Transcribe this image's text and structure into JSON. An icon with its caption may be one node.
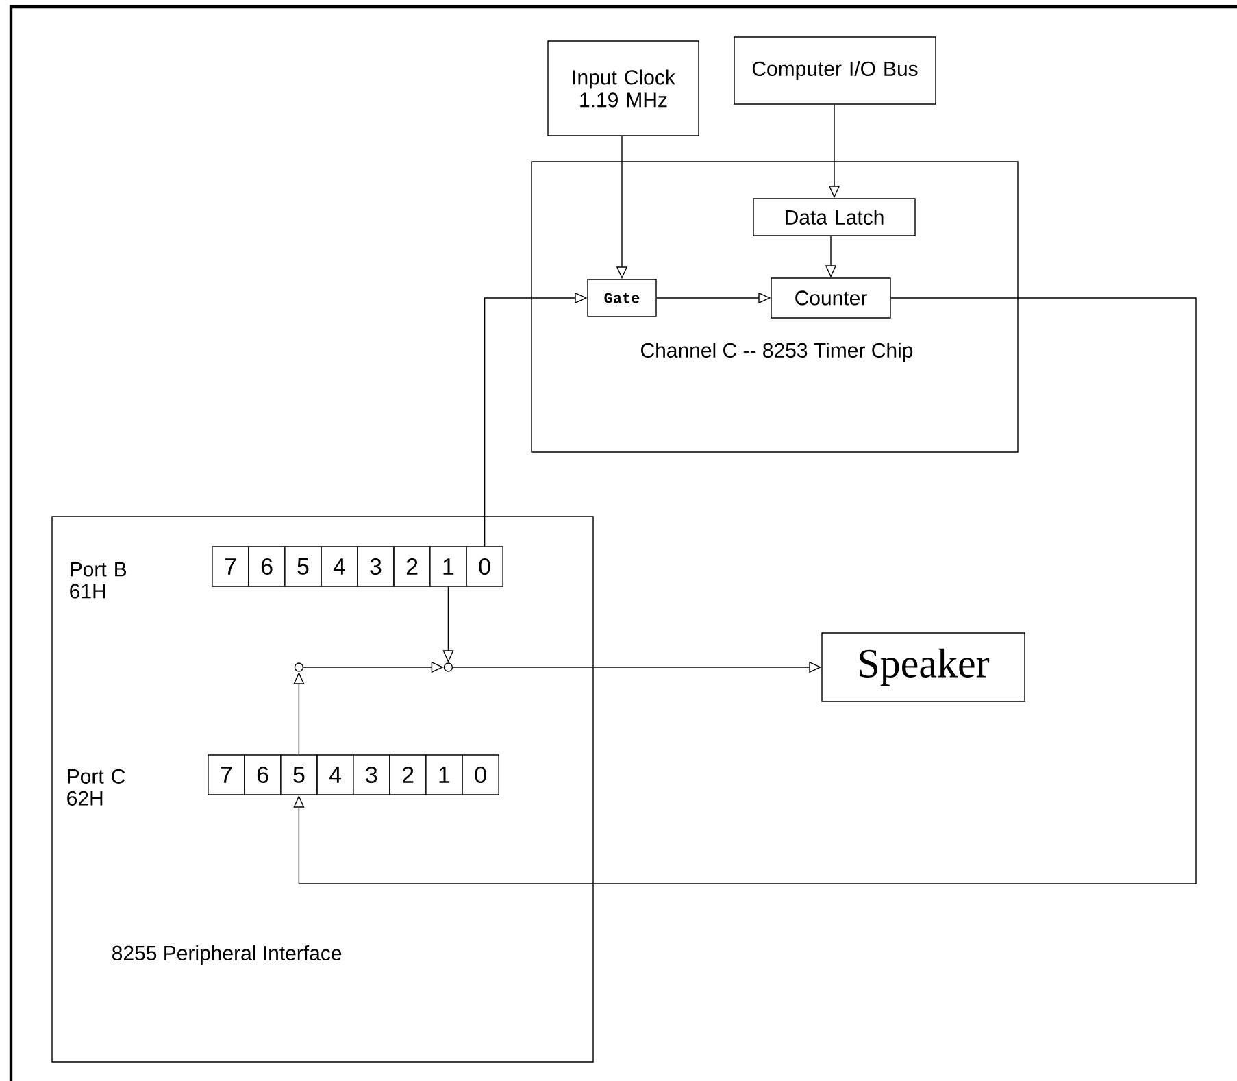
{
  "diagram": {
    "nodes": [
      {
        "text": [
          "Input Clock 1.19 MHz"
        ]
      },
      {
        "text": [
          "Computer I/O Bus"
        ]
      },
      {
        "text": [
          "Channel C -- 8253 Timer Chip"
        ]
      },
      {
        "text": [
          "Data Latch"
        ],
        "in": 2
      },
      {
        "text": [
          "Gate"
        ],
        "in": 2
      },
      {
        "text": [
          "Counter"
        ],
        "in": 2
      },
      {
        "text": [
          "8255 Peripheral Interface"
        ]
      },
      {
        "text": [
          "7"
        ],
        "in": 6
      },
      {
        "text": [
          "6"
        ],
        "in": 6
      },
      {
        "text": [
          "5"
        ],
        "in": 6
      },
      {
        "text": [
          "4"
        ],
        "in": 6
      },
      {
        "text": [
          "3"
        ],
        "in": 6
      },
      {
        "text": [
          "2"
        ],
        "in": 6
      },
      {
        "text": [
          "1"
        ],
        "in": 6
      },
      {
        "text": [
          "0"
        ],
        "in": 6
      },
      {
        "text": [
          "7"
        ],
        "in": 6
      },
      {
        "text": [
          "6"
        ],
        "in": 6
      },
      {
        "text": [
          "5"
        ],
        "in": 6
      },
      {
        "text": [
          "4"
        ],
        "in": 6
      },
      {
        "text": [
          "3"
        ],
        "in": 6
      },
      {
        "text": [
          "2"
        ],
        "in": 6
      },
      {
        "text": [
          "1"
        ],
        "in": 6
      },
      {
        "text": [
          "0"
        ],
        "in": 6
      },
      {
        "text": [],
        "shape": "circle",
        "in": 6
      },
      {
        "text": [],
        "shape": "circle",
        "in": 6
      },
      {
        "text": [
          "Speaker"
        ]
      }
    ],
    "edges": [
      {
        "from": 0,
        "to": 4,
        "arrow": "to"
      },
      {
        "from": 1,
        "to": 3,
        "arrow": "to"
      },
      {
        "from": 3,
        "to": 5,
        "arrow": "to"
      },
      {
        "from": 4,
        "to": 5,
        "arrow": "to"
      },
      {
        "from": 14,
        "to": 4,
        "arrow": "to"
      },
      {
        "from": 5,
        "to": 17,
        "arrow": "to"
      },
      {
        "from": 17,
        "to": 23,
        "arrow": "to"
      },
      {
        "from": 23,
        "to": 24,
        "arrow": "to"
      },
      {
        "from": 13,
        "to": 24,
        "arrow": "to"
      },
      {
        "from": 24,
        "to": 25,
        "arrow": "to"
      }
    ],
    "labels": [
      "Port B 61H",
      "Port C 62H"
    ]
  }
}
